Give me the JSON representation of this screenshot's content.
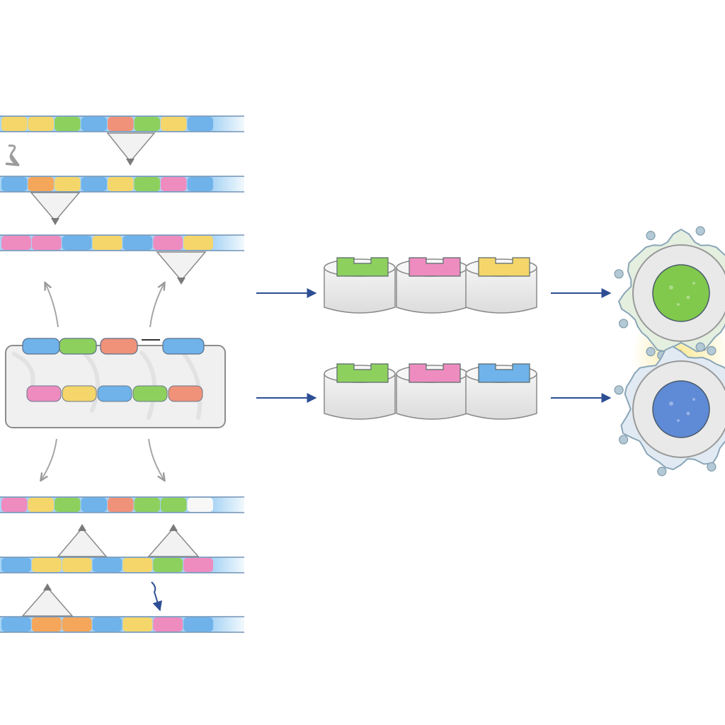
{
  "colors": {
    "background": "#ffffff",
    "yellow": "#f5d66a",
    "green": "#8ed05e",
    "blue": "#6fb3ea",
    "salmon": "#f0927a",
    "pink": "#ee8cc0",
    "orange": "#f4a65a",
    "strand_end": "#a8d4f5",
    "flow_arrow": "#2d4e94",
    "gray_arrow": "#a0a0a0",
    "block_body": "#ececec",
    "cell_green": "#80c94c",
    "cell_blue": "#5f8ad6",
    "membrane": "#b4c9d6",
    "glow": "#f7d94a"
  },
  "strands_top": [
    {
      "segments": [
        "yellow",
        "yellow",
        "green",
        "blue",
        "salmon",
        "green",
        "yellow",
        "blue"
      ]
    },
    {
      "segments": [
        "blue",
        "orange",
        "yellow",
        "blue",
        "yellow",
        "green",
        "pink",
        "blue"
      ]
    },
    {
      "segments": [
        "pink",
        "pink",
        "blue",
        "yellow",
        "blue",
        "pink",
        "yellow"
      ]
    }
  ],
  "strands_bottom": [
    {
      "segments": [
        "pink",
        "yellow",
        "green",
        "blue",
        "salmon",
        "green",
        "green",
        "white"
      ]
    },
    {
      "segments": [
        "blue",
        "yellow",
        "yellow",
        "blue",
        "yellow",
        "green",
        "pink"
      ]
    },
    {
      "segments": [
        "blue",
        "orange",
        "orange",
        "blue",
        "yellow",
        "pink",
        "blue"
      ]
    }
  ],
  "pool": {
    "top_pills": [
      "blue",
      "green",
      "salmon",
      "blue"
    ],
    "inner_pills": [
      "pink",
      "yellow",
      "blue",
      "green",
      "salmon"
    ]
  },
  "block_rows": [
    {
      "tabs": [
        "green",
        "pink",
        "yellow"
      ]
    },
    {
      "tabs": [
        "green",
        "pink",
        "blue"
      ]
    }
  ],
  "cells": [
    {
      "nucleus": "cell_green"
    },
    {
      "nucleus": "cell_blue"
    }
  ]
}
